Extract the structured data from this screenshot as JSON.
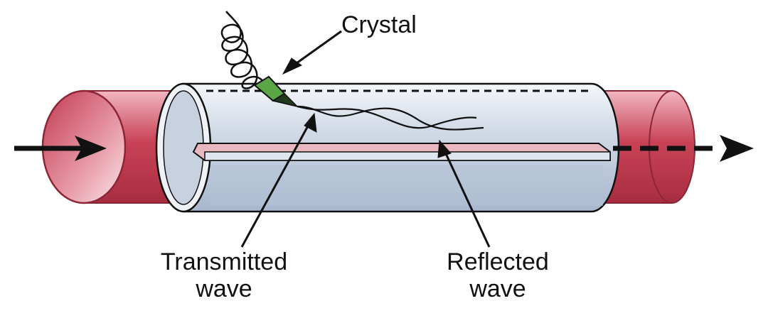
{
  "labels": {
    "crystal": "Crystal",
    "transmitted_line1": "Transmitted",
    "transmitted_line2": "wave",
    "reflected_line1": "Reflected",
    "reflected_line2": "wave"
  },
  "colors": {
    "vessel_fill": "#c83f52",
    "vessel_inner": "#f6dde2",
    "probe_fill": "#c9d4e3",
    "probe_shadow": "#a8b8cc",
    "crystal_fill": "#5aa646",
    "outline": "#111111"
  }
}
